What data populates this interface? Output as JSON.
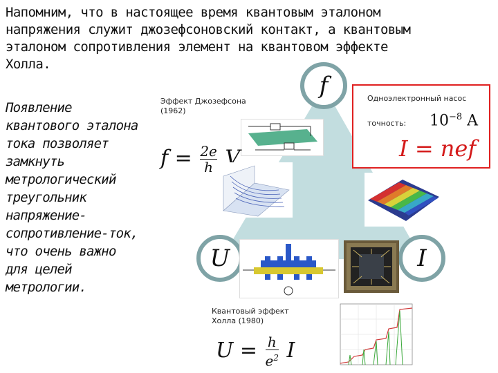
{
  "intro_lines": [
    "Напомним, что в настоящее время квантовым эталоном",
    "напряжения служит джозефсоновский контакт, а квантовым",
    "эталоном сопротивления элемент на квантовом эффекте",
    "Холла."
  ],
  "side_lines": [
    "Появление",
    "квантового эталона",
    "тока позволяет",
    "замкнуть",
    "метрологический",
    "треугольник",
    "напряжение-",
    "сопротивление-ток,",
    "что очень важно",
    "для целей",
    "метрологии."
  ],
  "nodes": {
    "f": "f",
    "U": "U",
    "I": "I"
  },
  "josephson": {
    "title": "Эффект Джозефсона",
    "year": "(1962)",
    "formula_lhs": "f =",
    "formula_num": "2e",
    "formula_den": "h",
    "formula_var": "V"
  },
  "pump": {
    "title": "Одноэлектронный насос",
    "precision_label": "точность:",
    "precision_value": "10",
    "precision_exp": "−8",
    "precision_unit": "A",
    "formula": "I = nef"
  },
  "hall": {
    "title": "Квантовый эффект",
    "title2": "Холла (1980)",
    "formula_lhs": "U =",
    "formula_num": "h",
    "formula_den": "e",
    "formula_den_exp": "2",
    "formula_var": "I"
  },
  "colors": {
    "triangle": "#c2dddf",
    "node_border": "#7fa3a6",
    "red_box": "#e02020"
  }
}
